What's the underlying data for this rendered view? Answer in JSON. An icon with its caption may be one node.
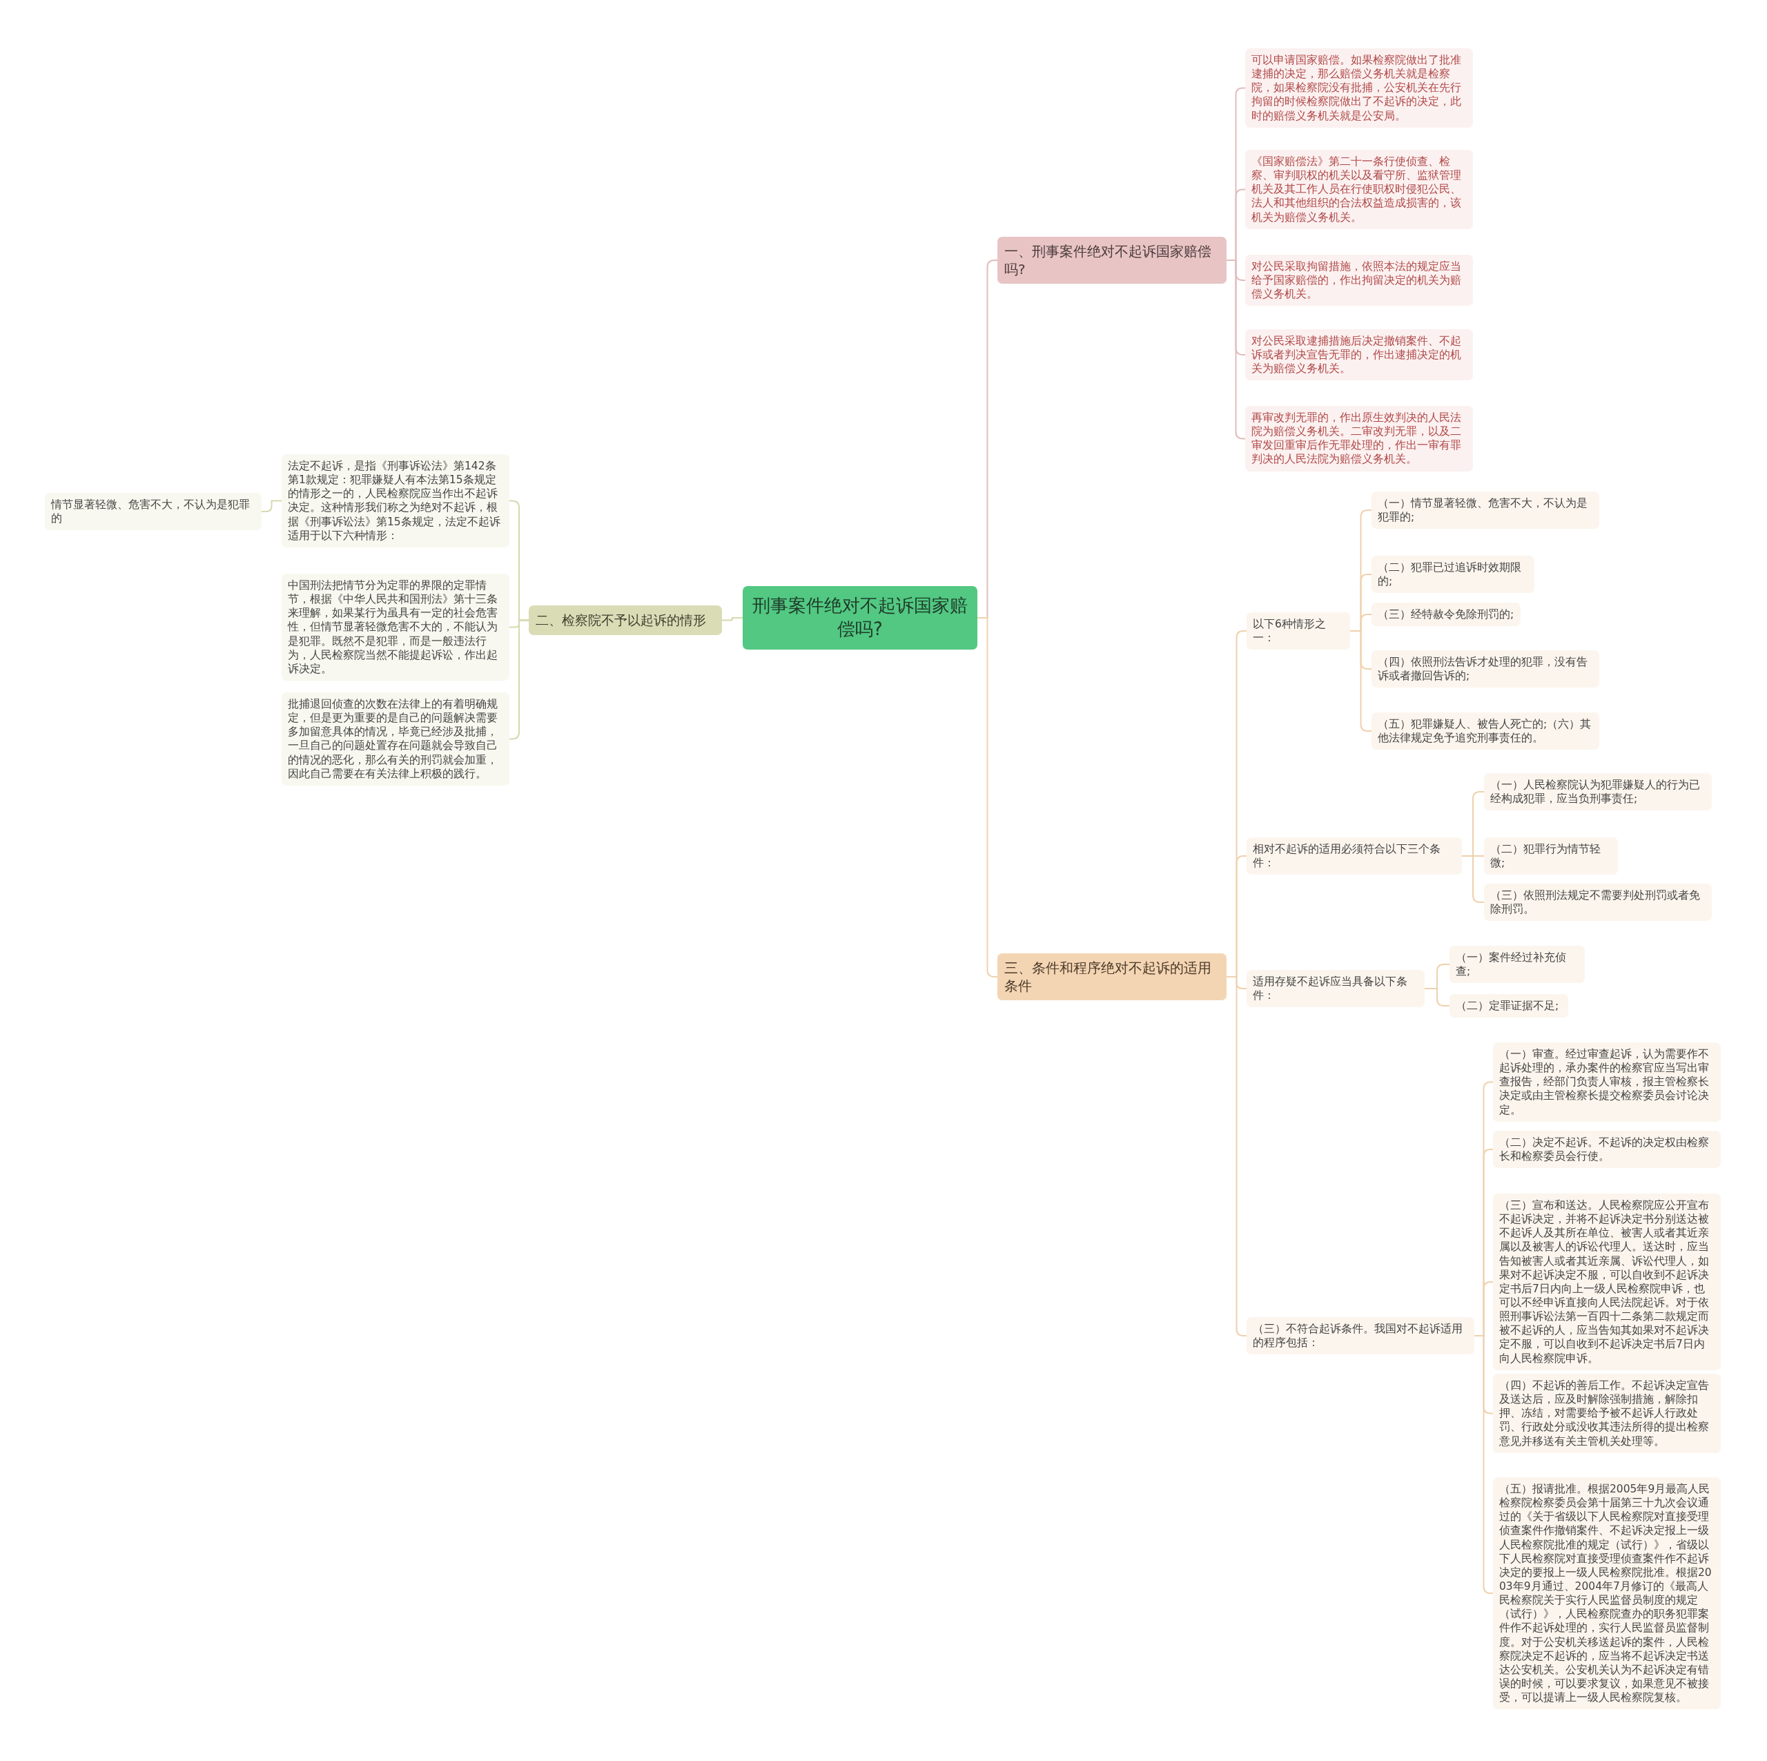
{
  "diagram": {
    "nodes": [
      {
        "text": [
          "刑事案件绝对不起诉国家赔偿吗?"
        ]
      },
      {
        "text": [
          "一、刑事案件绝对不起诉国家赔偿吗?"
        ]
      },
      {
        "text": [
          "可以申请国家赔偿。如果检察院做出了批准逮捕的决定，那么赔偿义务机关就是检察院，如果检察院没有批捕，公安机关在先行拘留的时候检察院做出了不起诉的决定，此时的赔偿义务机关就是公安局。"
        ]
      },
      {
        "text": [
          "《国家赔偿法》第二十一条行使侦查、检察、审判职权的机关以及看守所、监狱管理机关及其工作人员在行使职权时侵犯公民、法人和其他组织的合法权益造成损害的，该机关为赔偿义务机关。"
        ]
      },
      {
        "text": [
          "对公民采取拘留措施，依照本法的规定应当给予国家赔偿的，作出拘留决定的机关为赔偿义务机关。"
        ]
      },
      {
        "text": [
          "对公民采取逮捕措施后决定撤销案件、不起诉或者判决宣告无罪的，作出逮捕决定的机关为赔偿义务机关。"
        ]
      },
      {
        "text": [
          "再审改判无罪的，作出原生效判决的人民法院为赔偿义务机关。二审改判无罪，以及二审发回重审后作无罪处理的，作出一审有罪判决的人民法院为赔偿义务机关。"
        ]
      },
      {
        "text": [
          "二、检察院不予以起诉的情形"
        ]
      },
      {
        "text": [
          "法定不起诉，是指《刑事诉讼法》第142条第1款规定：犯罪嫌疑人有本法第15条规定的情形之一的，人民检察院应当作出不起诉决定。这种情形我们称之为绝对不起诉，根据《刑事诉讼法》第15条规定，法定不起诉适用于以下六种情形："
        ]
      },
      {
        "text": [
          "情节显著轻微、危害不大，不认为是犯罪的"
        ]
      },
      {
        "text": [
          "中国刑法把情节分为定罪的界限的定罪情节，根据《中华人民共和国刑法》第十三条来理解，如果某行为虽具有一定的社会危害性，但情节显著轻微危害不大的，不能认为是犯罪。既然不是犯罪，而是一般违法行为，人民检察院当然不能提起诉讼，作出起诉决定。"
        ]
      },
      {
        "text": [
          "批捕退回侦查的次数在法律上的有着明确规定，但是更为重要的是自己的问题解决需要多加留意具体的情况，毕竟已经涉及批捕，一旦自己的问题处置存在问题就会导致自己的情况的恶化，那么有关的刑罚就会加重，因此自己需要在有关法律上积极的践行。"
        ]
      },
      {
        "text": [
          "三、条件和程序绝对不起诉的适用条件"
        ]
      },
      {
        "text": [
          "以下6种情形之一："
        ]
      },
      {
        "text": [
          "（一）情节显著轻微、危害不大，不认为是犯罪的;"
        ]
      },
      {
        "text": [
          "（二）犯罪已过追诉时效期限的;"
        ]
      },
      {
        "text": [
          "（三）经特赦令免除刑罚的;"
        ]
      },
      {
        "text": [
          "（四）依照刑法告诉才处理的犯罪，没有告诉或者撤回告诉的;"
        ]
      },
      {
        "text": [
          "（五）犯罪嫌疑人、被告人死亡的;（六）其他法律规定免予追究刑事责任的。"
        ]
      },
      {
        "text": [
          "相对不起诉的适用必须符合以下三个条件："
        ]
      },
      {
        "text": [
          "（一）人民检察院认为犯罪嫌疑人的行为已经构成犯罪，应当负刑事责任;"
        ]
      },
      {
        "text": [
          "（二）犯罪行为情节轻微;"
        ]
      },
      {
        "text": [
          "（三）依照刑法规定不需要判处刑罚或者免除刑罚。"
        ]
      },
      {
        "text": [
          "适用存疑不起诉应当具备以下条件："
        ]
      },
      {
        "text": [
          "（一）案件经过补充侦查;"
        ]
      },
      {
        "text": [
          "（二）定罪证据不足;"
        ]
      },
      {
        "text": [
          "（三）不符合起诉条件。我国对不起诉适用的程序包括："
        ]
      },
      {
        "text": [
          "（一）审查。经过审查起诉，认为需要作不起诉处理的，承办案件的检察官应当写出审查报告，经部门负责人审核，报主管检察长决定或由主管检察长提交检察委员会讨论决定。"
        ]
      },
      {
        "text": [
          "（二）决定不起诉。不起诉的决定权由检察长和检察委员会行使。"
        ]
      },
      {
        "text": [
          "（三）宣布和送达。人民检察院应公开宣布不起诉决定，并将不起诉决定书分别送达被不起诉人及其所在单位、被害人或者其近亲属以及被害人的诉讼代理人。送达时，应当告知被害人或者其近亲属、诉讼代理人，如果对不起诉决定不服，可以自收到不起诉决定书后7日内向上一级人民检察院申诉，也可以不经申诉直接向人民法院起诉。对于依照刑事诉讼法第一百四十二条第二款规定而被不起诉的人，应当告知其如果对不起诉决定不服，可以自收到不起诉决定书后7日内向人民检察院申诉。"
        ]
      },
      {
        "text": [
          "（四）不起诉的善后工作。不起诉决定宣告及送达后，应及时解除强制措施，解除扣押、冻结，对需要给予被不起诉人行政处罚、行政处分或没收其违法所得的提出检察意见并移送有关主管机关处理等。"
        ]
      },
      {
        "text": [
          "（五）报请批准。根据2005年9月最高人民检察院检察委员会第十届第三十九次会议通过的《关于省级以下人民检察院对直接受理侦查案件作撤销案件、不起诉决定报上一级人民检察院批准的规定（试行）》，省级以下人民检察院对直接受理侦查案件作不起诉决定的要报上一级人民检察院批准。根据2003年9月通过、2004年7月修订的《最高人民检察院关于实行人民监督员制度的规定（试行）》，人民检察院查办的职务犯罪案件作不起诉处理的，实行人民监督员监督制度。对于公安机关移送起诉的案件，人民检察院决定不起诉的，应当将不起诉决定书送达公安机关。公安机关认为不起诉决定有错误的时候，可以要求复议，如果意见不被接受，可以提请上一级人民检察院复核。"
        ]
      }
    ],
    "edges": [
      {
        "from": 0,
        "to": 1,
        "arrow": "none",
        "color": "#e2bcbc"
      },
      {
        "from": 0,
        "to": 7,
        "arrow": "none",
        "color": "#d6d9ad"
      },
      {
        "from": 0,
        "to": 12,
        "arrow": "none"
      },
      {
        "from": 1,
        "to": 2,
        "arrow": "none",
        "color": "#e2bcbc"
      },
      {
        "from": 1,
        "to": 3,
        "arrow": "none",
        "color": "#e2bcbc"
      },
      {
        "from": 1,
        "to": 4,
        "arrow": "none",
        "color": "#e2bcbc"
      },
      {
        "from": 1,
        "to": 5,
        "arrow": "none",
        "color": "#e2bcbc"
      },
      {
        "from": 1,
        "to": 6,
        "arrow": "none",
        "color": "#e2bcbc"
      },
      {
        "from": 7,
        "to": 8,
        "arrow": "none",
        "color": "#d6d9ad"
      },
      {
        "from": 7,
        "to": 10,
        "arrow": "none",
        "color": "#d6d9ad"
      },
      {
        "from": 7,
        "to": 11,
        "arrow": "none",
        "color": "#d6d9ad"
      },
      {
        "from": 8,
        "to": 9,
        "arrow": "none",
        "color": "#d6d9ad"
      },
      {
        "from": 12,
        "to": 13,
        "arrow": "none"
      },
      {
        "from": 12,
        "to": 19,
        "arrow": "none"
      },
      {
        "from": 12,
        "to": 23,
        "arrow": "none"
      },
      {
        "from": 12,
        "to": 26,
        "arrow": "none"
      },
      {
        "from": 13,
        "to": 14,
        "arrow": "none"
      },
      {
        "from": 13,
        "to": 15,
        "arrow": "none"
      },
      {
        "from": 13,
        "to": 16,
        "arrow": "none"
      },
      {
        "from": 13,
        "to": 17,
        "arrow": "none"
      },
      {
        "from": 13,
        "to": 18,
        "arrow": "none"
      },
      {
        "from": 19,
        "to": 20,
        "arrow": "none"
      },
      {
        "from": 19,
        "to": 21,
        "arrow": "none"
      },
      {
        "from": 19,
        "to": 22,
        "arrow": "none"
      },
      {
        "from": 23,
        "to": 24,
        "arrow": "none"
      },
      {
        "from": 23,
        "to": 25,
        "arrow": "none"
      },
      {
        "from": 26,
        "to": 27,
        "arrow": "none"
      },
      {
        "from": 26,
        "to": 28,
        "arrow": "none"
      },
      {
        "from": 26,
        "to": 29,
        "arrow": "none"
      },
      {
        "from": 26,
        "to": 30,
        "arrow": "none"
      },
      {
        "from": 26,
        "to": 31,
        "arrow": "none"
      }
    ]
  }
}
